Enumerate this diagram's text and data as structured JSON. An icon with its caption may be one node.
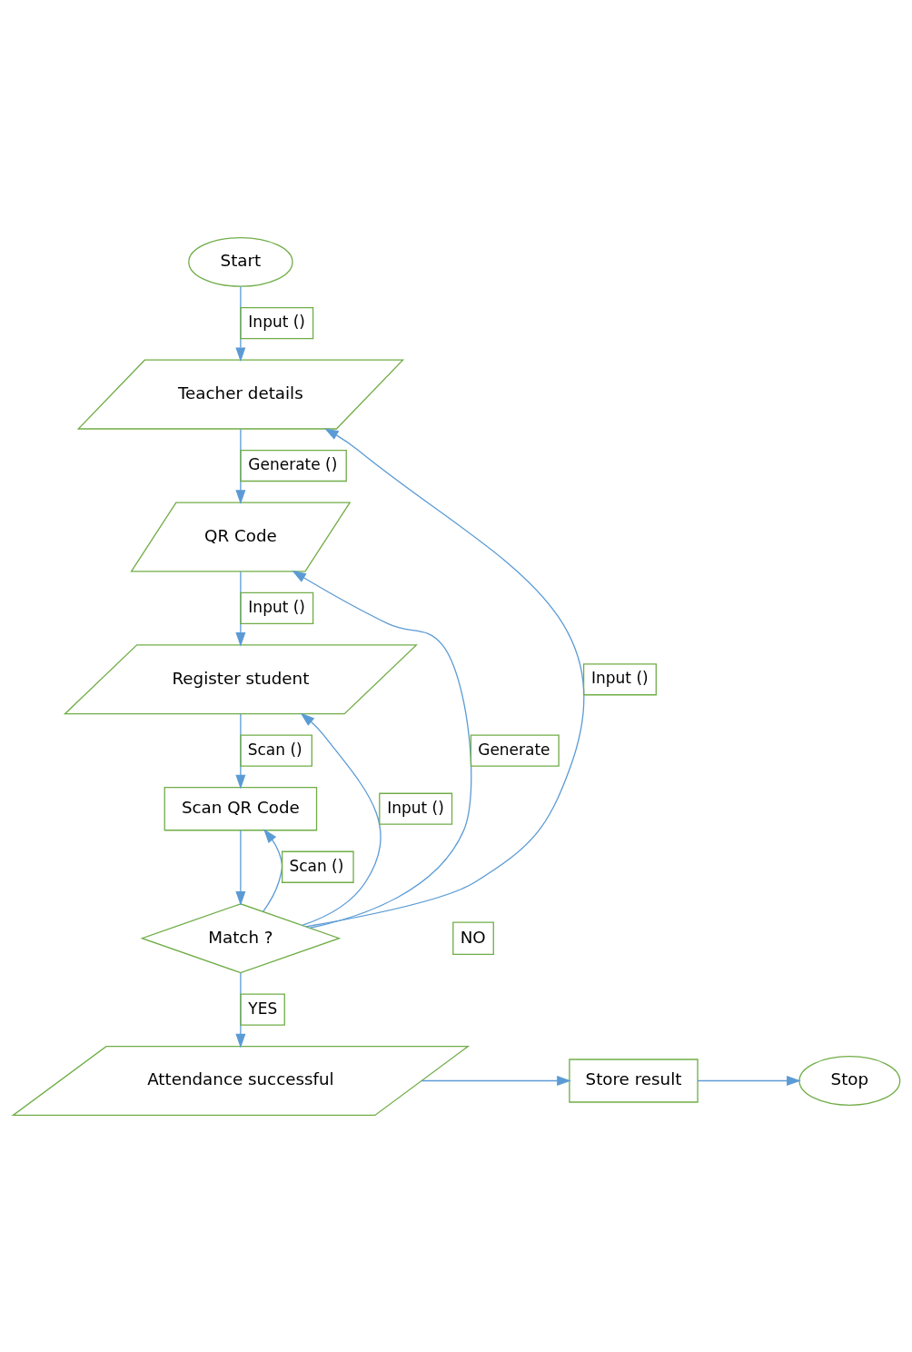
{
  "diagram": {
    "nodes": [
      {
        "text": [
          "Start"
        ]
      },
      {
        "text": [
          "Teacher details"
        ]
      },
      {
        "text": [
          "QR Code"
        ]
      },
      {
        "text": [
          "Register student"
        ]
      },
      {
        "text": [
          "Scan QR Code"
        ]
      },
      {
        "text": [
          "Match ?"
        ]
      },
      {
        "text": [
          "Attendance successful"
        ]
      },
      {
        "text": [
          "Store result"
        ]
      },
      {
        "text": [
          "Stop"
        ]
      }
    ],
    "edges": [
      {
        "from": 0,
        "to": 1,
        "arrow": "to",
        "label": "Input ()"
      },
      {
        "from": 1,
        "to": 2,
        "arrow": "to",
        "label": "Generate ()"
      },
      {
        "from": 2,
        "to": 3,
        "arrow": "to",
        "label": "Input ()"
      },
      {
        "from": 3,
        "to": 4,
        "arrow": "to",
        "label": "Scan ()"
      },
      {
        "from": 4,
        "to": 5,
        "arrow": "to"
      },
      {
        "from": 5,
        "to": 6,
        "arrow": "to",
        "label": "YES"
      },
      {
        "from": 6,
        "to": 7,
        "arrow": "to"
      },
      {
        "from": 7,
        "to": 8,
        "arrow": "to"
      },
      {
        "from": 5,
        "to": 1,
        "arrow": "to",
        "label": "Input ()"
      },
      {
        "from": 5,
        "to": 2,
        "arrow": "to",
        "label": "Generate"
      },
      {
        "from": 5,
        "to": 3,
        "arrow": "to",
        "label": "Input ()"
      },
      {
        "from": 5,
        "to": 4,
        "arrow": "to",
        "label": "Scan ()"
      }
    ],
    "labels": [
      "NO"
    ]
  }
}
